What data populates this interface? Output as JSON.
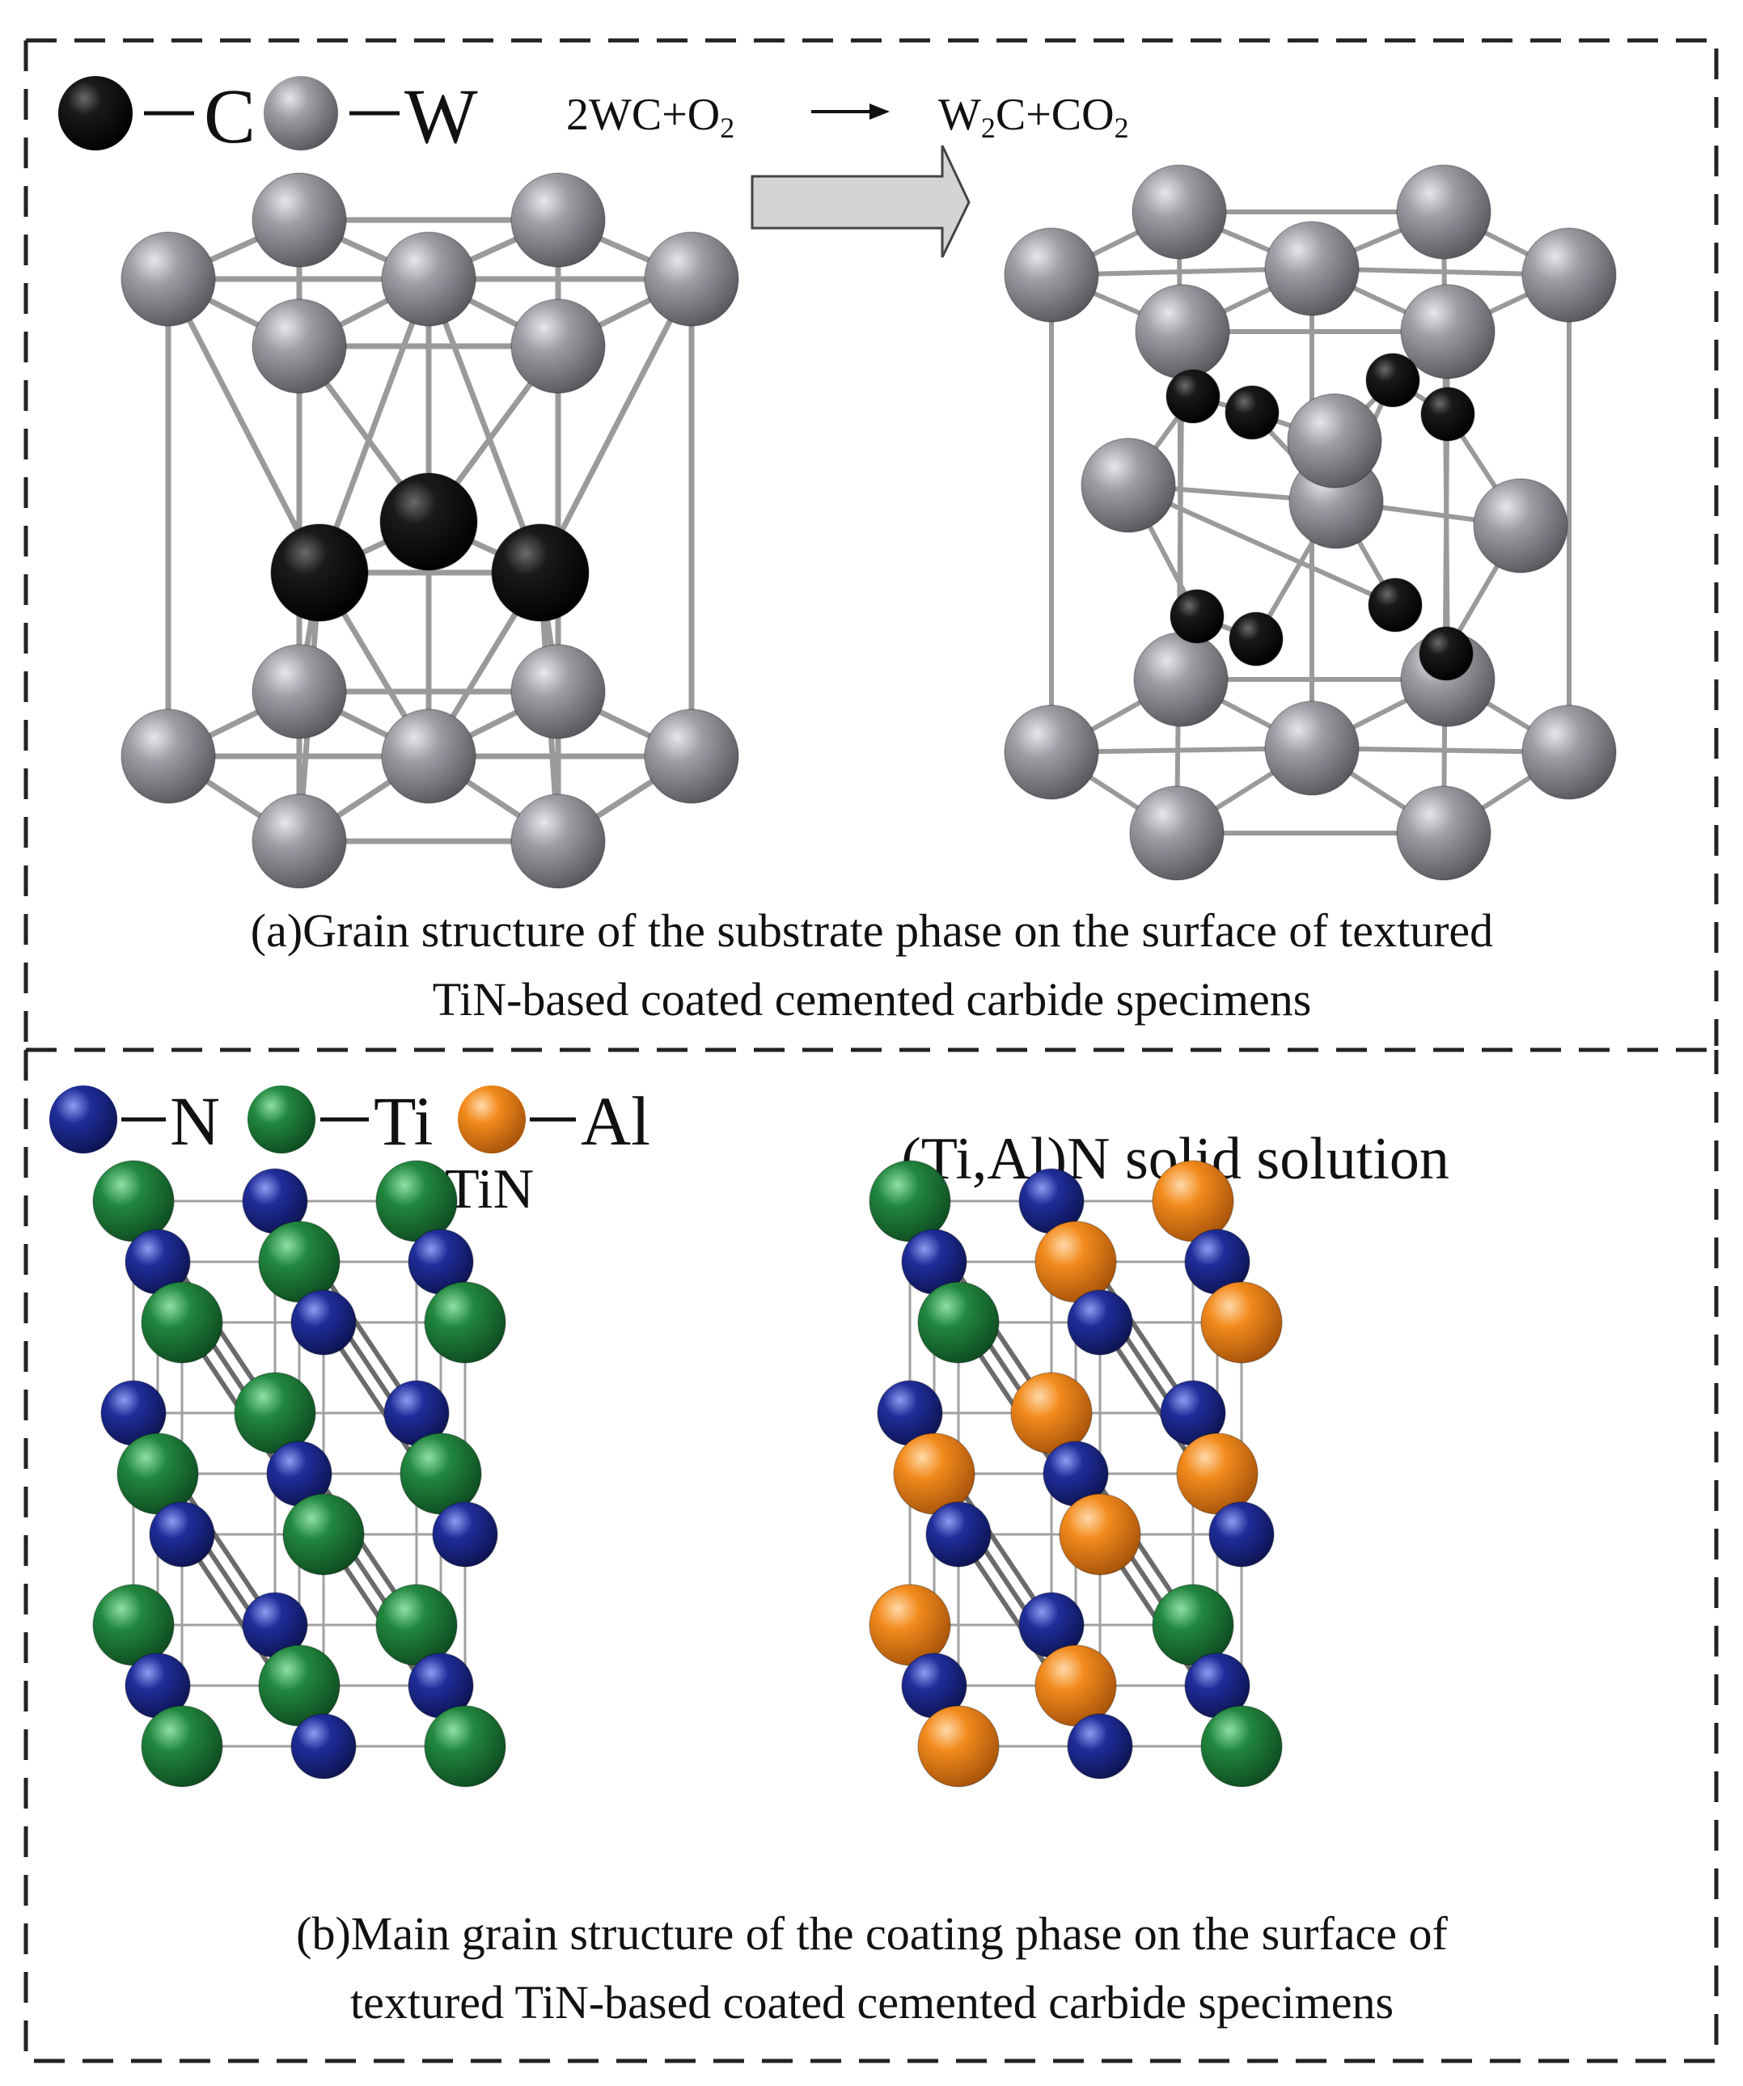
{
  "legend_a": {
    "carbon_symbol": "C",
    "tungsten_symbol": "W"
  },
  "reaction": {
    "reactants": [
      "2WC+O",
      "2"
    ],
    "products": [
      "W",
      "2",
      "C+CO",
      "2"
    ]
  },
  "caption_a": {
    "line1": "(a)Grain structure of the substrate phase on the surface of textured",
    "line2": "TiN-based coated cemented carbide specimens"
  },
  "legend_b": {
    "nitrogen_symbol": "N",
    "titanium_symbol": "Ti",
    "aluminum_symbol": "Al"
  },
  "structure_labels": {
    "tin": "TiN",
    "tialn": "(Ti,Al)N solid solution"
  },
  "caption_b": {
    "line1": "(b)Main grain structure of the coating phase on the surface of",
    "line2": "textured TiN-based coated cemented carbide specimens"
  },
  "colors": {
    "carbon": "#111111",
    "tungsten": "#8a8c92",
    "nitrogen": "#1f2d8f",
    "titanium": "#1f7a3a",
    "aluminum": "#f08418",
    "arrow_fill": "#d4d4d4",
    "border": "#222222"
  }
}
